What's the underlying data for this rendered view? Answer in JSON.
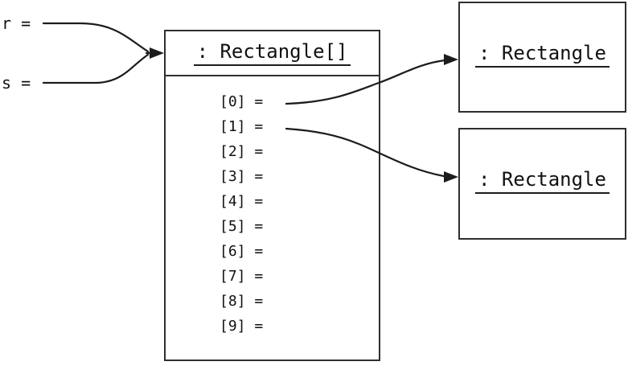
{
  "colors": {
    "background": "#ffffff",
    "line": "#1c1c1c",
    "border": "#2e2e2e",
    "text": "#111111"
  },
  "variables": [
    {
      "name": "r ="
    },
    {
      "name": "s ="
    }
  ],
  "array_box": {
    "title": ": Rectangle[]",
    "rows": [
      "[0] =",
      "[1] =",
      "[2] =",
      "[3] =",
      "[4] =",
      "[5] =",
      "[6] =",
      "[7] =",
      "[8] =",
      "[9] ="
    ]
  },
  "object_boxes": [
    {
      "title": ": Rectangle"
    },
    {
      "title": ": Rectangle"
    }
  ]
}
